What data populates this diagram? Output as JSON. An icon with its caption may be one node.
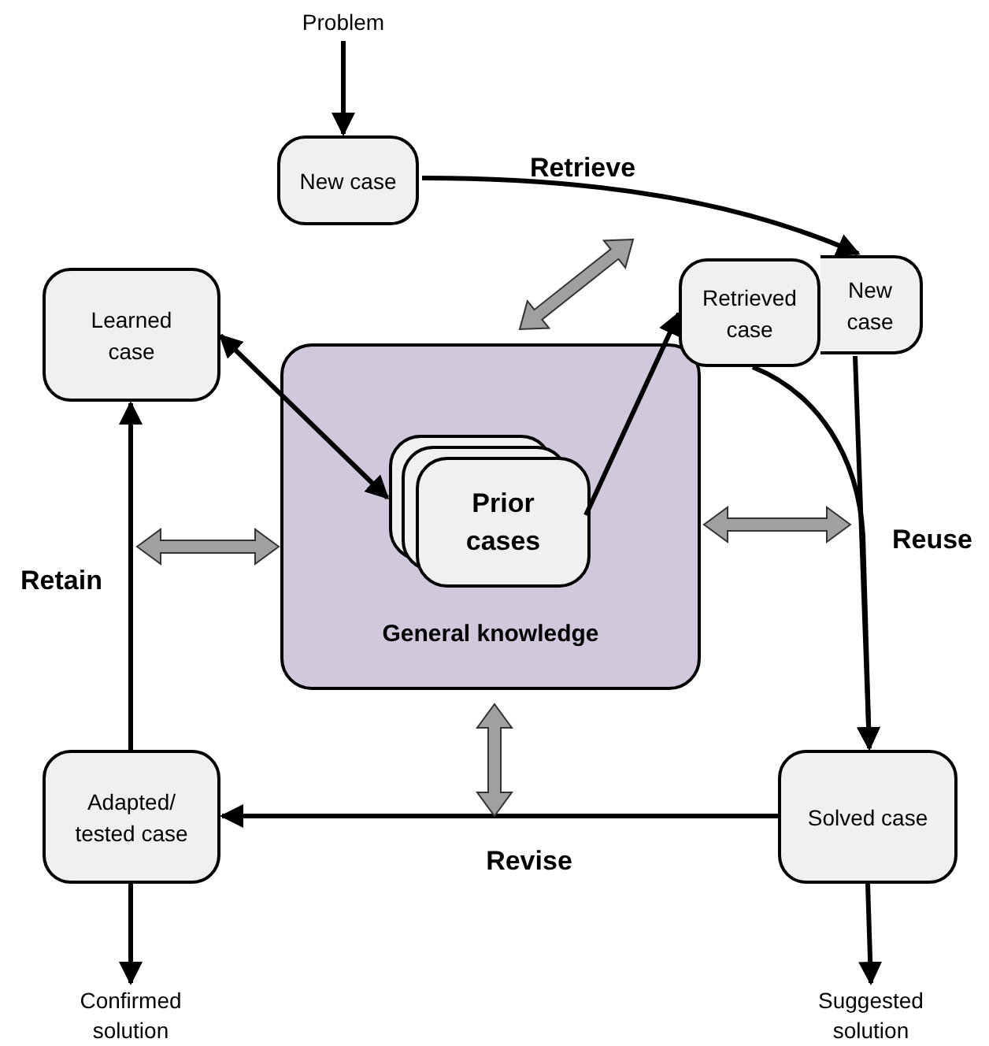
{
  "diagram": {
    "nodes": [
      {
        "text": [
          "Problem"
        ]
      },
      {
        "text": [
          "New case"
        ]
      },
      {
        "text": [
          "Learned case"
        ]
      },
      {
        "text": [
          "General knowledge"
        ]
      },
      {
        "text": [
          "Prior cases"
        ],
        "in": 3
      },
      {
        "text": [
          "New case"
        ]
      },
      {
        "text": [
          "Retrieved case"
        ]
      },
      {
        "text": [
          "Solved case"
        ]
      },
      {
        "text": [
          "Adapted/ tested case"
        ]
      },
      {
        "text": [
          "Confirmed solution"
        ]
      },
      {
        "text": [
          "Suggested solution"
        ]
      }
    ],
    "edges": [
      {
        "from": 0,
        "to": 1,
        "arrow": "to"
      },
      {
        "from": 1,
        "to": 5,
        "arrow": "to",
        "label": "Retrieve"
      },
      {
        "from": 2,
        "to": 4,
        "arrow": "both"
      },
      {
        "from": 4,
        "to": 6,
        "arrow": "to"
      },
      {
        "from": 6,
        "to": 7,
        "arrow": "to"
      },
      {
        "from": 5,
        "to": 7,
        "arrow": "to",
        "label": "Reuse"
      },
      {
        "from": 7,
        "to": 8,
        "arrow": "to",
        "label": "Revise"
      },
      {
        "from": 8,
        "to": 2,
        "arrow": "to",
        "label": "Retain"
      },
      {
        "from": 8,
        "to": 9,
        "arrow": "to"
      },
      {
        "from": 7,
        "to": 10,
        "arrow": "to"
      },
      {
        "from": null,
        "to": 3,
        "arrow": "both",
        "style": "thick",
        "color": "#a0a0a0"
      },
      {
        "from": null,
        "to": 3,
        "arrow": "both",
        "style": "thick",
        "color": "#a0a0a0"
      },
      {
        "from": null,
        "to": 3,
        "arrow": "both",
        "style": "thick",
        "color": "#a0a0a0"
      },
      {
        "from": null,
        "to": 3,
        "arrow": "both",
        "style": "thick",
        "color": "#a0a0a0"
      }
    ]
  }
}
